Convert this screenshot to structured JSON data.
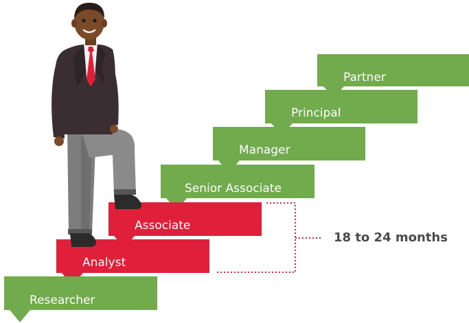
{
  "diagram": {
    "steps": [
      {
        "label": "Researcher",
        "color": "#71ab4e"
      },
      {
        "label": "Analyst",
        "color": "#e0203a"
      },
      {
        "label": "Associate",
        "color": "#e0203a"
      },
      {
        "label": "Senior Associate",
        "color": "#71ab4e"
      },
      {
        "label": "Manager",
        "color": "#71ab4e"
      },
      {
        "label": "Principal",
        "color": "#71ab4e"
      },
      {
        "label": "Partner",
        "color": "#71ab4e"
      }
    ],
    "bracket": {
      "label": "18 to 24 months",
      "color": "#e0203a",
      "spans_steps": [
        "Analyst",
        "Associate"
      ]
    },
    "figure": {
      "description_icon": "businessman-climbing-icon",
      "suit_color": "#3a2e33",
      "tie_color": "#e0203a",
      "trousers_color": "#808080",
      "skin_color": "#7a4a2a"
    }
  }
}
